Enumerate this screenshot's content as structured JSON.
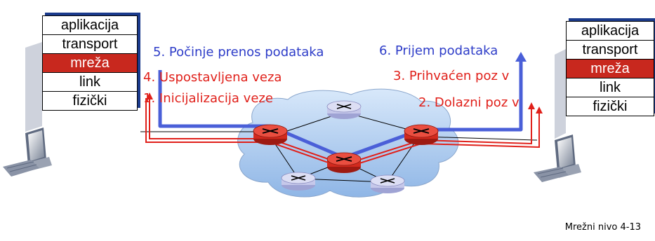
{
  "left_stack": {
    "layers": [
      "aplikacija",
      "transport",
      "mreža",
      "link",
      "fizički"
    ],
    "highlighted_index": 2
  },
  "right_stack": {
    "layers": [
      "aplikacija",
      "transport",
      "mreža",
      "link",
      "fizički"
    ],
    "highlighted_index": 2
  },
  "steps": {
    "step1": "1. Inicijalizacija veze",
    "step2": "2. Dolazni poz v",
    "step3": "3. Prihvaćen poz v",
    "step4": "4. Uspostavljena veza",
    "step5": "5. Počinje prenos podataka",
    "step6": "6. Prijem podataka"
  },
  "footer": "Mrežni nivo   4-13",
  "colors": {
    "highlight": "#c8281e",
    "signaling": "#e0201a",
    "data_path": "#4a5fd8",
    "cloud": "#aecdf0",
    "router_active": "#d22a1e",
    "router_idle": "#c6c8ea"
  },
  "icons": [
    "computer-icon",
    "router-icon",
    "network-cloud-icon"
  ]
}
